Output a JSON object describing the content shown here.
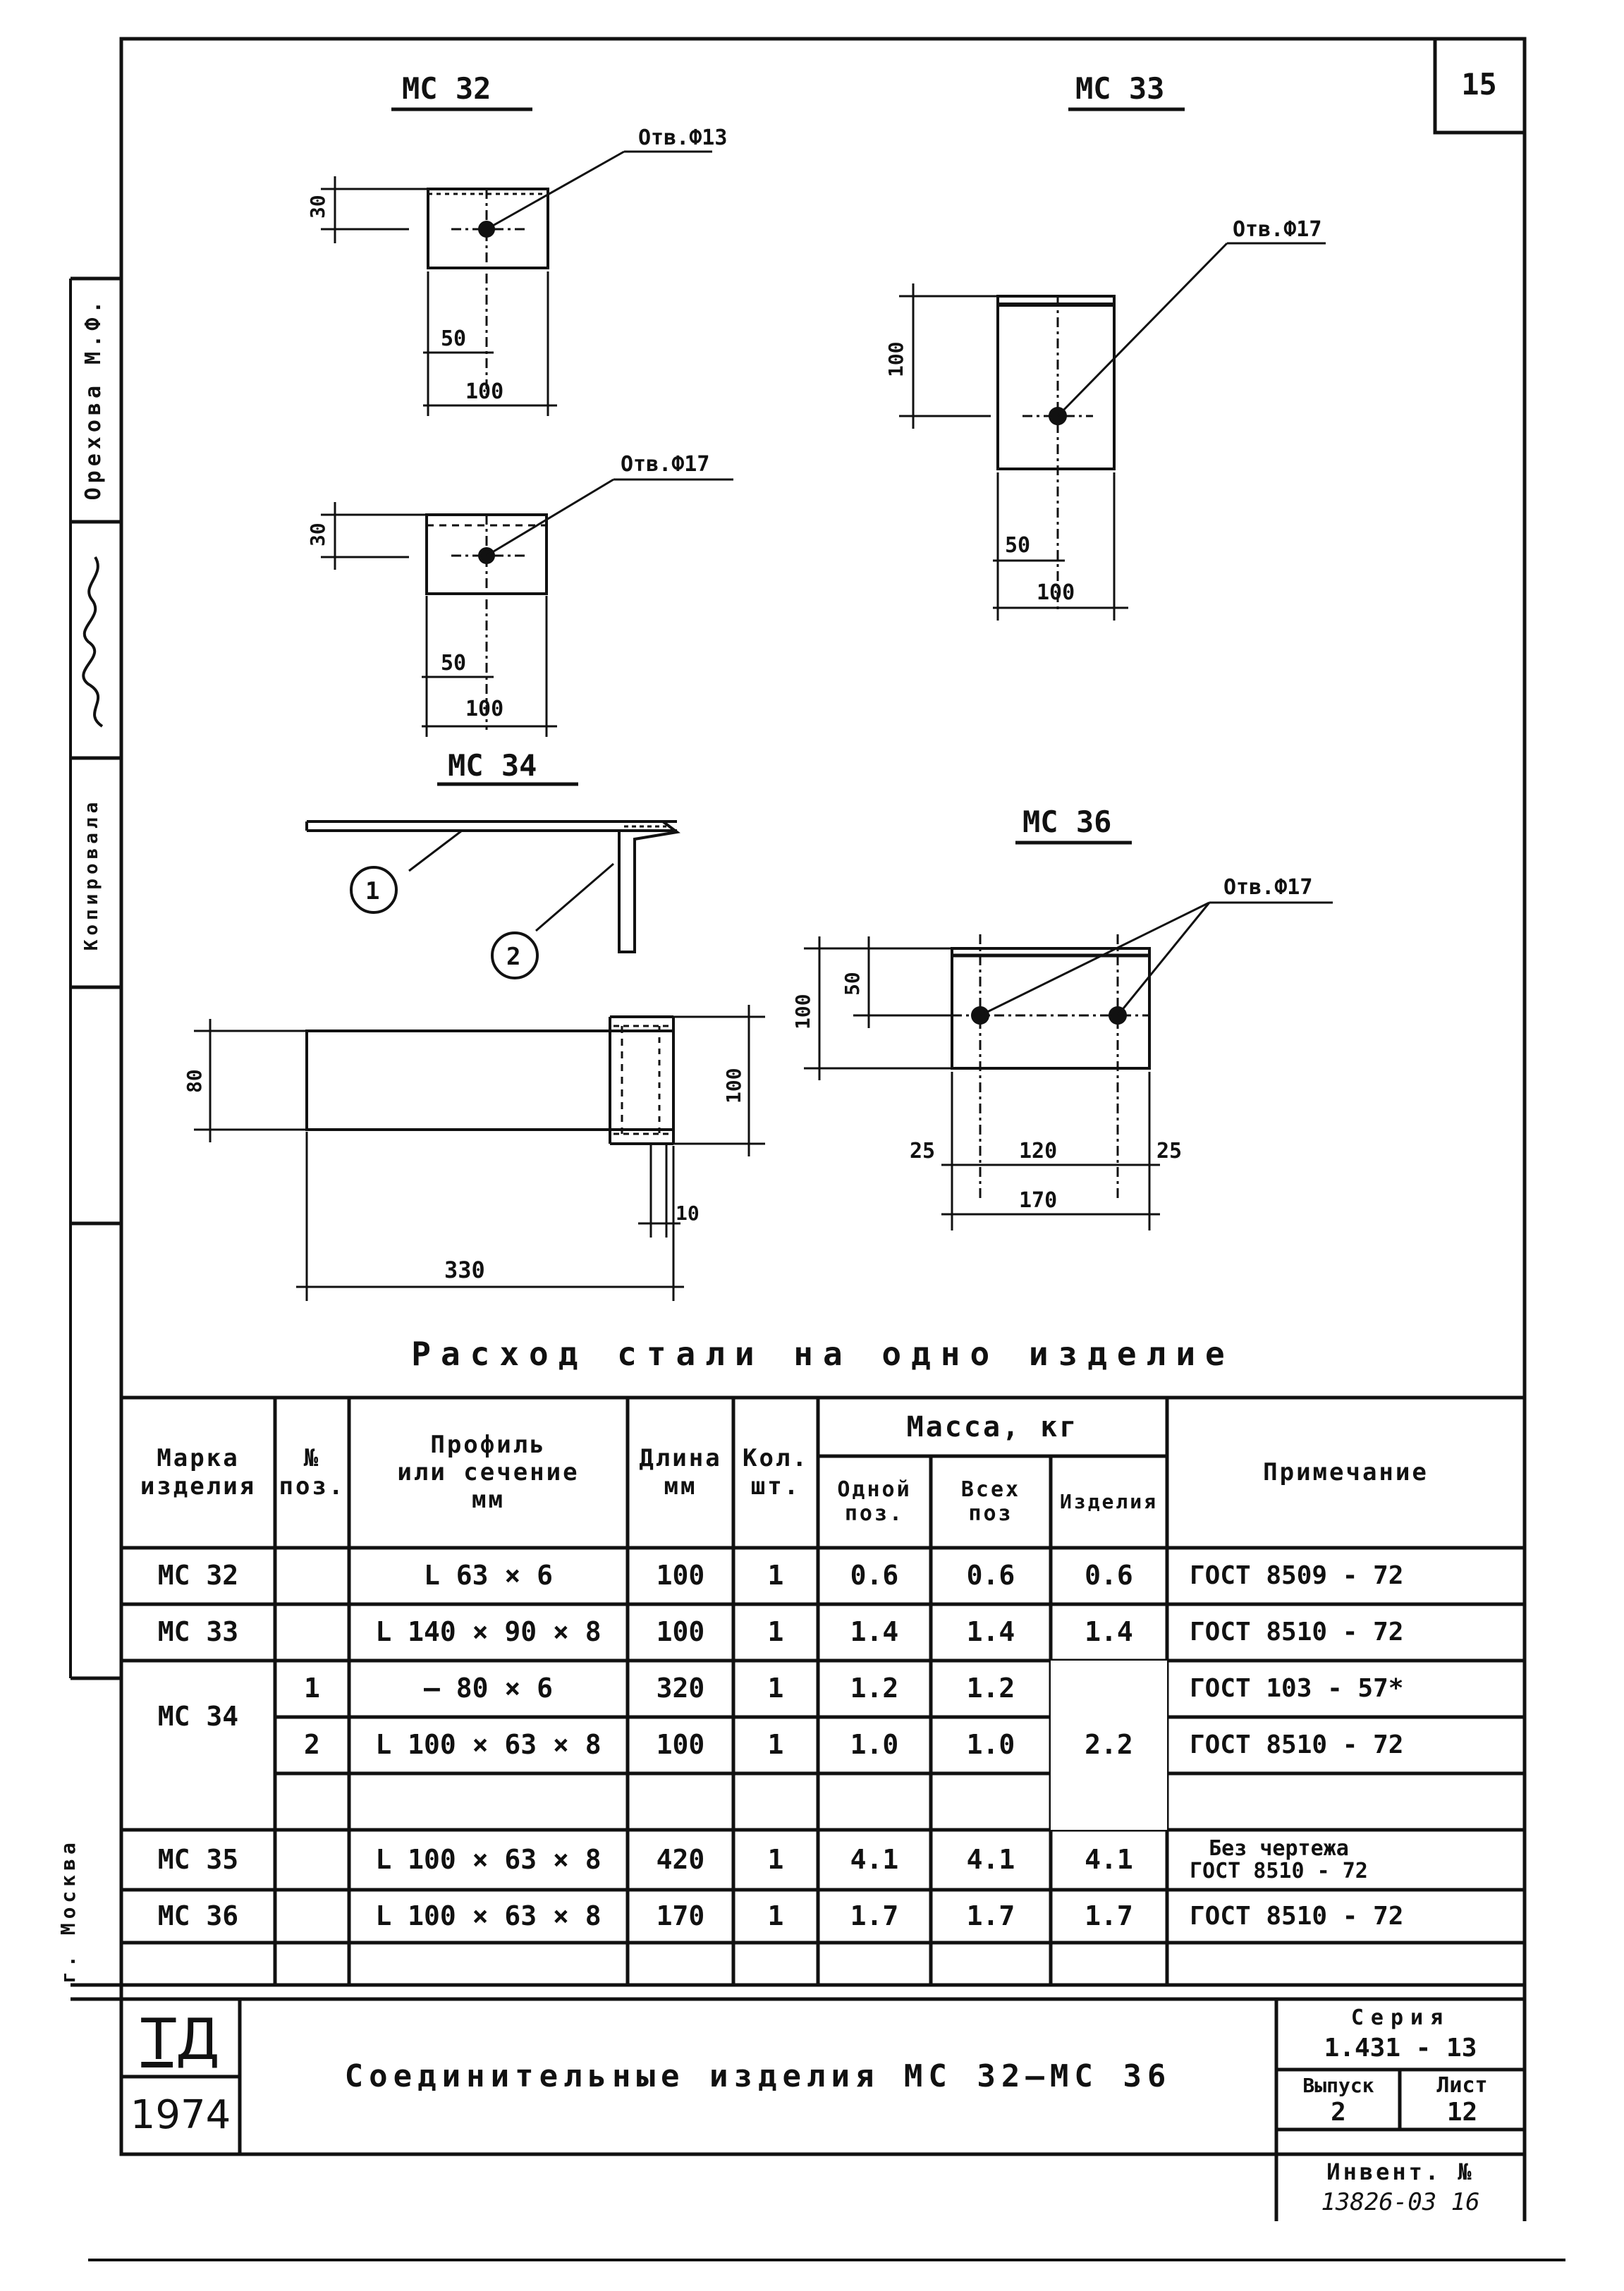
{
  "sheet": {
    "sheet_number": "15"
  },
  "drawings": {
    "mc32": {
      "title": "МС 32",
      "hole1": "Отв.Ф13",
      "hole2": "Отв.Ф17",
      "dim_30": "30",
      "dim_50": "50",
      "dim_100": "100"
    },
    "mc33": {
      "title": "МС 33",
      "hole": "Отв.Ф17",
      "dim_100": "100",
      "dim_50": "50",
      "dim_100b": "100"
    },
    "mc34": {
      "title": "МС 34",
      "callout1": "1",
      "callout2": "2",
      "dim_80": "80",
      "dim_100": "100",
      "dim_10": "10",
      "dim_330": "330"
    },
    "mc36": {
      "title": "МС 36",
      "hole": "Отв.Ф17",
      "dim_100": "100",
      "dim_50": "50",
      "dim_25a": "25",
      "dim_120": "120",
      "dim_25b": "25",
      "dim_170": "170"
    }
  },
  "table": {
    "title": "Расход стали на одно изделие",
    "headers": {
      "mark": "Марка\nизделия",
      "pos": "№\nпоз.",
      "profile": "Профиль\nили сечение\nмм",
      "length": "Длина\nмм",
      "qty": "Кол.\nшт.",
      "mass": "Масса, кг",
      "mass_one": "Одной\nпоз.",
      "mass_all": "Всех\nпоз",
      "mass_item": "Изделия",
      "note": "Примечание"
    },
    "rows": [
      {
        "mark": "МС 32",
        "pos": "",
        "profile": "L 63 × 6",
        "length": "100",
        "qty": "1",
        "one": "0.6",
        "all": "0.6",
        "item": "0.6",
        "note": "ГОСТ 8509 - 72"
      },
      {
        "mark": "МС 33",
        "pos": "",
        "profile": "L 140 × 90 × 8",
        "length": "100",
        "qty": "1",
        "one": "1.4",
        "all": "1.4",
        "item": "1.4",
        "note": "ГОСТ 8510 - 72"
      },
      {
        "mark": "МС 34",
        "pos": "1",
        "profile": "— 80 × 6",
        "length": "320",
        "qty": "1",
        "one": "1.2",
        "all": "1.2",
        "item": "2.2",
        "note": "ГОСТ 103 - 57*"
      },
      {
        "mark": "",
        "pos": "2",
        "profile": "L 100 × 63 × 8",
        "length": "100",
        "qty": "1",
        "one": "1.0",
        "all": "1.0",
        "item": "",
        "note": "ГОСТ 8510 - 72"
      },
      {
        "mark": "МС 35",
        "pos": "",
        "profile": "L 100 × 63 × 8",
        "length": "420",
        "qty": "1",
        "one": "4.1",
        "all": "4.1",
        "item": "4.1",
        "note": "Без чертежа\nГОСТ 8510 - 72"
      },
      {
        "mark": "МС 36",
        "pos": "",
        "profile": "L 100 × 63 × 8",
        "length": "170",
        "qty": "1",
        "one": "1.7",
        "all": "1.7",
        "item": "1.7",
        "note": "ГОСТ 8510 - 72"
      }
    ]
  },
  "title_block": {
    "org": "ТД",
    "year": "1974",
    "name": "Соединительные изделия  МС 32—МС 36",
    "series_label": "Серия",
    "series_value": "1.431 - 13",
    "issue_label": "Выпуск",
    "issue_value": "2",
    "sheet_label": "Лист",
    "sheet_value": "12",
    "inv_label": "Инвент. №",
    "inv_value": "13826-03  16"
  },
  "margin": {
    "name1": "Орехова М.Ф.",
    "role": "Копировала",
    "city": "г. Москва"
  }
}
